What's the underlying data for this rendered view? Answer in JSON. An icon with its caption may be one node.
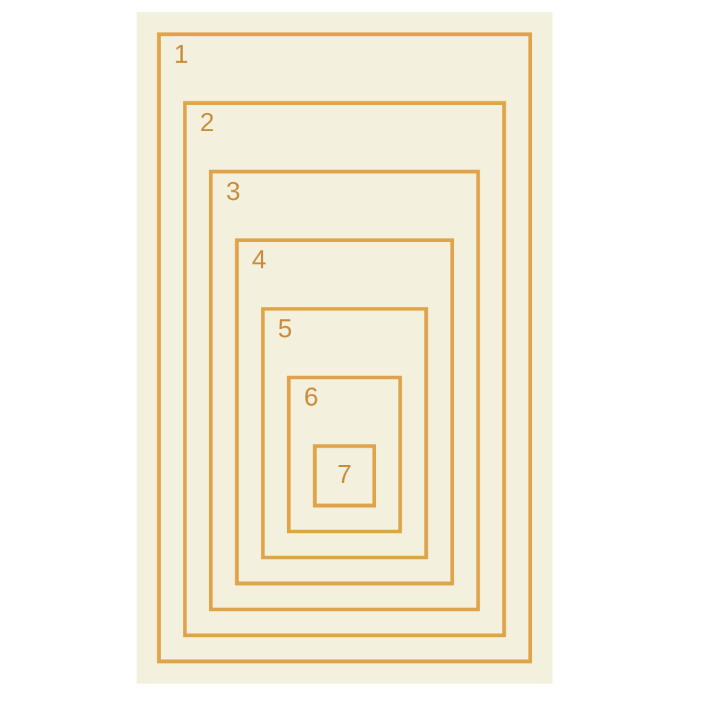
{
  "diagram": {
    "nodes": [
      {
        "text": [
          "1"
        ]
      },
      {
        "text": [
          "2"
        ],
        "in": 0
      },
      {
        "text": [
          "3"
        ],
        "in": 1
      },
      {
        "text": [
          "4"
        ],
        "in": 2
      },
      {
        "text": [
          "5"
        ],
        "in": 3
      },
      {
        "text": [
          "6"
        ],
        "in": 4
      },
      {
        "text": [
          "7"
        ],
        "in": 5
      }
    ]
  }
}
